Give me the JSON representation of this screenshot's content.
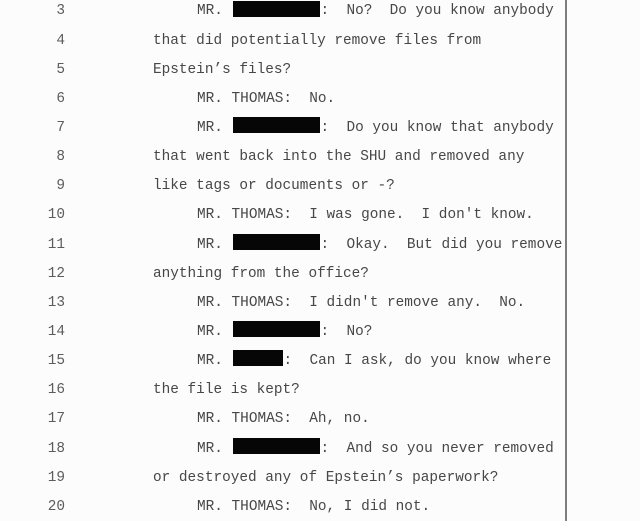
{
  "page": {
    "kind": "deposition-transcript-excerpt",
    "paper_color": "#fcfcfc",
    "ink_color": "#474747",
    "rule_color": "#7d7d7d",
    "redaction_color": "#060606"
  },
  "transcript": {
    "lines": [
      {
        "num": "3",
        "indent": "speaker",
        "redaction": "long",
        "before": "MR. ",
        "after": ":  No?  Do you know anybody"
      },
      {
        "num": "4",
        "indent": "continuation",
        "text": "that did potentially remove files from"
      },
      {
        "num": "5",
        "indent": "continuation",
        "text": "Epstein’s files?"
      },
      {
        "num": "6",
        "indent": "speaker",
        "text": "MR. THOMAS:  No."
      },
      {
        "num": "7",
        "indent": "speaker",
        "redaction": "long",
        "before": "MR. ",
        "after": ":  Do you know that anybody"
      },
      {
        "num": "8",
        "indent": "continuation",
        "text": "that went back into the SHU and removed any"
      },
      {
        "num": "9",
        "indent": "continuation",
        "text": "like tags or documents or -?"
      },
      {
        "num": "10",
        "indent": "speaker",
        "text": "MR. THOMAS:  I was gone.  I don't know."
      },
      {
        "num": "11",
        "indent": "speaker",
        "redaction": "long",
        "before": "MR. ",
        "after": ":  Okay.  But did you remove"
      },
      {
        "num": "12",
        "indent": "continuation",
        "text": "anything from the office?"
      },
      {
        "num": "13",
        "indent": "speaker",
        "text": "MR. THOMAS:  I didn't remove any.  No."
      },
      {
        "num": "14",
        "indent": "speaker",
        "redaction": "long",
        "before": "MR. ",
        "after": ":  No?"
      },
      {
        "num": "15",
        "indent": "speaker",
        "redaction": "short",
        "before": "MR. ",
        "after": ":  Can I ask, do you know where"
      },
      {
        "num": "16",
        "indent": "continuation",
        "text": "the file is kept?"
      },
      {
        "num": "17",
        "indent": "speaker",
        "text": "MR. THOMAS:  Ah, no."
      },
      {
        "num": "18",
        "indent": "speaker",
        "redaction": "long",
        "before": "MR. ",
        "after": ":  And so you never removed"
      },
      {
        "num": "19",
        "indent": "continuation",
        "text": "or destroyed any of Epstein’s paperwork?"
      },
      {
        "num": "20",
        "indent": "speaker",
        "text": "MR. THOMAS:  No, I did not."
      }
    ]
  }
}
